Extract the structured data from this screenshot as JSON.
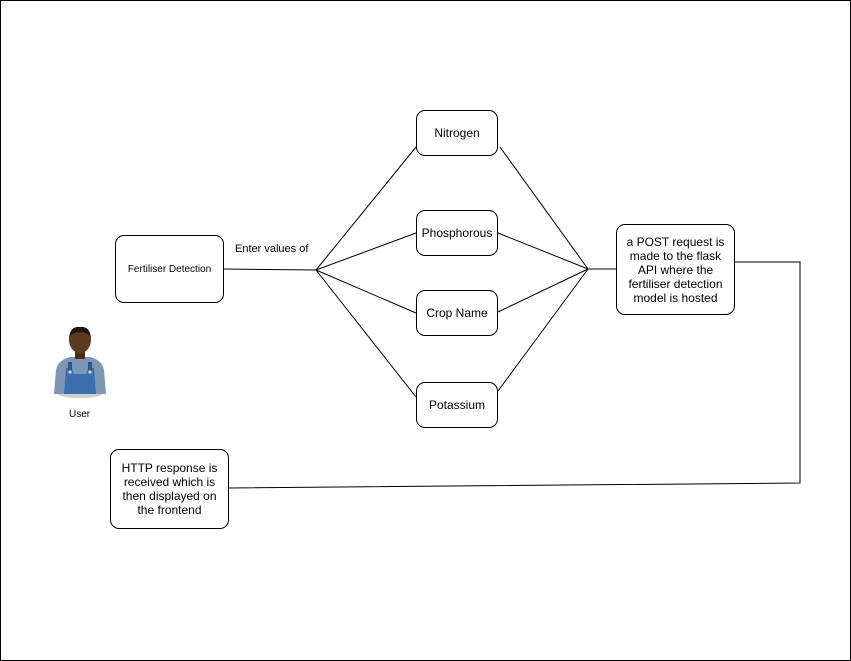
{
  "nodes": {
    "fertiliser_detection": "Fertiliser Detection",
    "nitrogen": "Nitrogen",
    "phosphorous": "Phosphorous",
    "crop_name": "Crop Name",
    "potassium": "Potassium",
    "post_request": "a POST request is made to the flask API where the fertiliser detection model is hosted",
    "http_response": "HTTP response is received which is then displayed on the frontend"
  },
  "labels": {
    "enter_values": "Enter values of",
    "user": "User"
  },
  "actor": {
    "icon": "user-actor-icon",
    "skin": "#5a3a22",
    "shirt": "#7f95b5",
    "overalls": "#3d6fb0"
  }
}
